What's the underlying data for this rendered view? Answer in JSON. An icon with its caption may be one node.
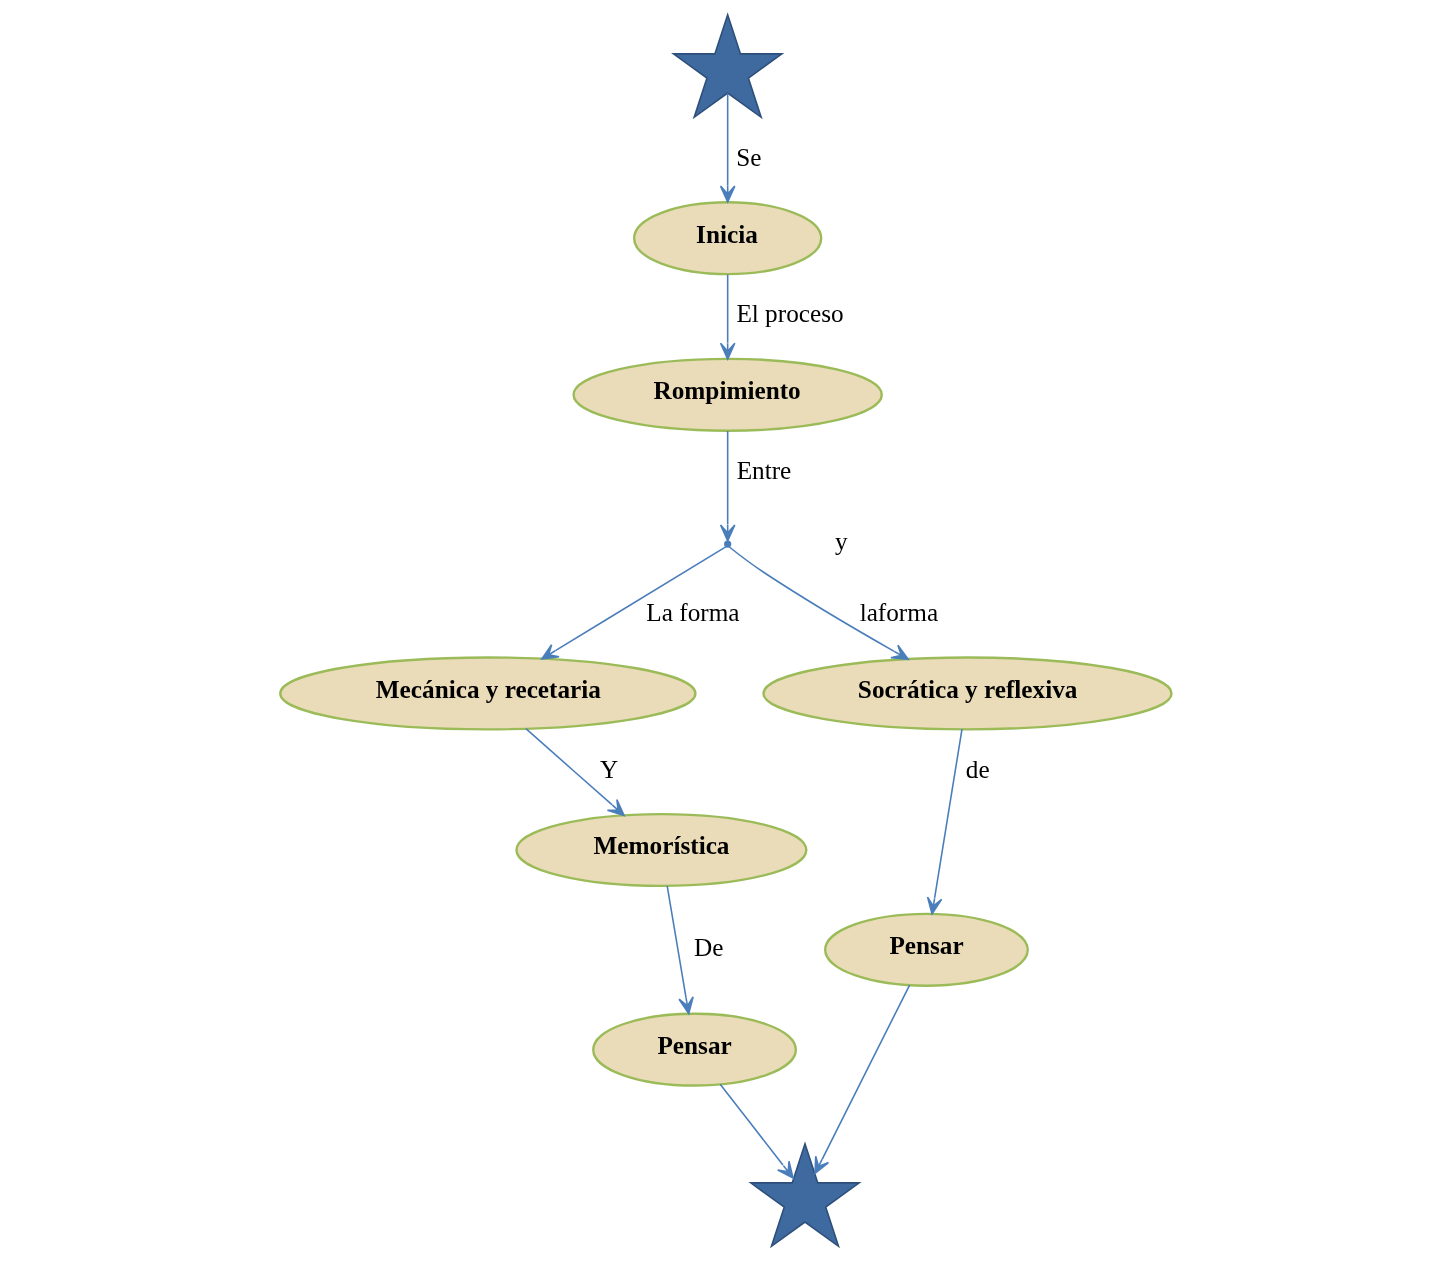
{
  "diagram": {
    "nodes": [
      {
        "text": [],
        "shape": "star"
      },
      {
        "text": [
          "Inicia"
        ]
      },
      {
        "text": [
          "Rompimiento"
        ]
      },
      {
        "text": [],
        "shape": "point"
      },
      {
        "text": [
          "Mecánica y recetaria"
        ]
      },
      {
        "text": [
          "Socrática y reflexiva"
        ]
      },
      {
        "text": [
          "Memorística"
        ]
      },
      {
        "text": [
          "Pensar"
        ]
      },
      {
        "text": [
          "Pensar"
        ]
      },
      {
        "text": [],
        "shape": "star"
      }
    ],
    "edges": [
      {
        "from": 0,
        "to": 1,
        "arrow": "to",
        "label": "Se"
      },
      {
        "from": 1,
        "to": 2,
        "arrow": "to",
        "label": "El proceso"
      },
      {
        "from": 2,
        "to": 3,
        "arrow": "to",
        "label": "Entre"
      },
      {
        "from": 3,
        "to": 4,
        "arrow": "to",
        "label": "La forma"
      },
      {
        "from": 3,
        "to": 5,
        "arrow": "to",
        "label": "laforma"
      },
      {
        "from": 4,
        "to": 6,
        "arrow": "to",
        "label": "Y"
      },
      {
        "from": 5,
        "to": 7,
        "arrow": "to",
        "label": "de"
      },
      {
        "from": 6,
        "to": 8,
        "arrow": "to",
        "label": "De"
      },
      {
        "from": 8,
        "to": 9,
        "arrow": "to"
      },
      {
        "from": 7,
        "to": 9,
        "arrow": "to"
      }
    ],
    "labels": [
      "y"
    ]
  }
}
